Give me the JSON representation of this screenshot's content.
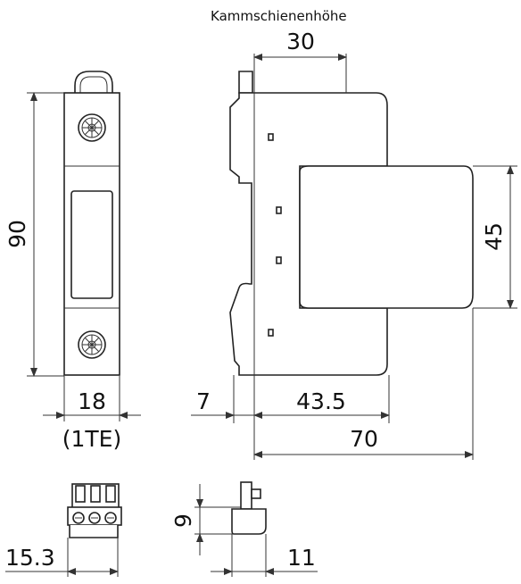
{
  "labels": {
    "rail_height_caption": "Kammschienenhöhe",
    "rail_height": "30",
    "height_90": "90",
    "width_18": "18",
    "module_1te": "(1TE)",
    "depth_45": "45",
    "offset_7": "7",
    "depth_43_5": "43.5",
    "depth_70": "70",
    "plug_width": "15.3",
    "plug_height": "9",
    "plug_depth": "11"
  },
  "colors": {
    "line": "#333333",
    "body": "#222222",
    "background": "#ffffff"
  }
}
